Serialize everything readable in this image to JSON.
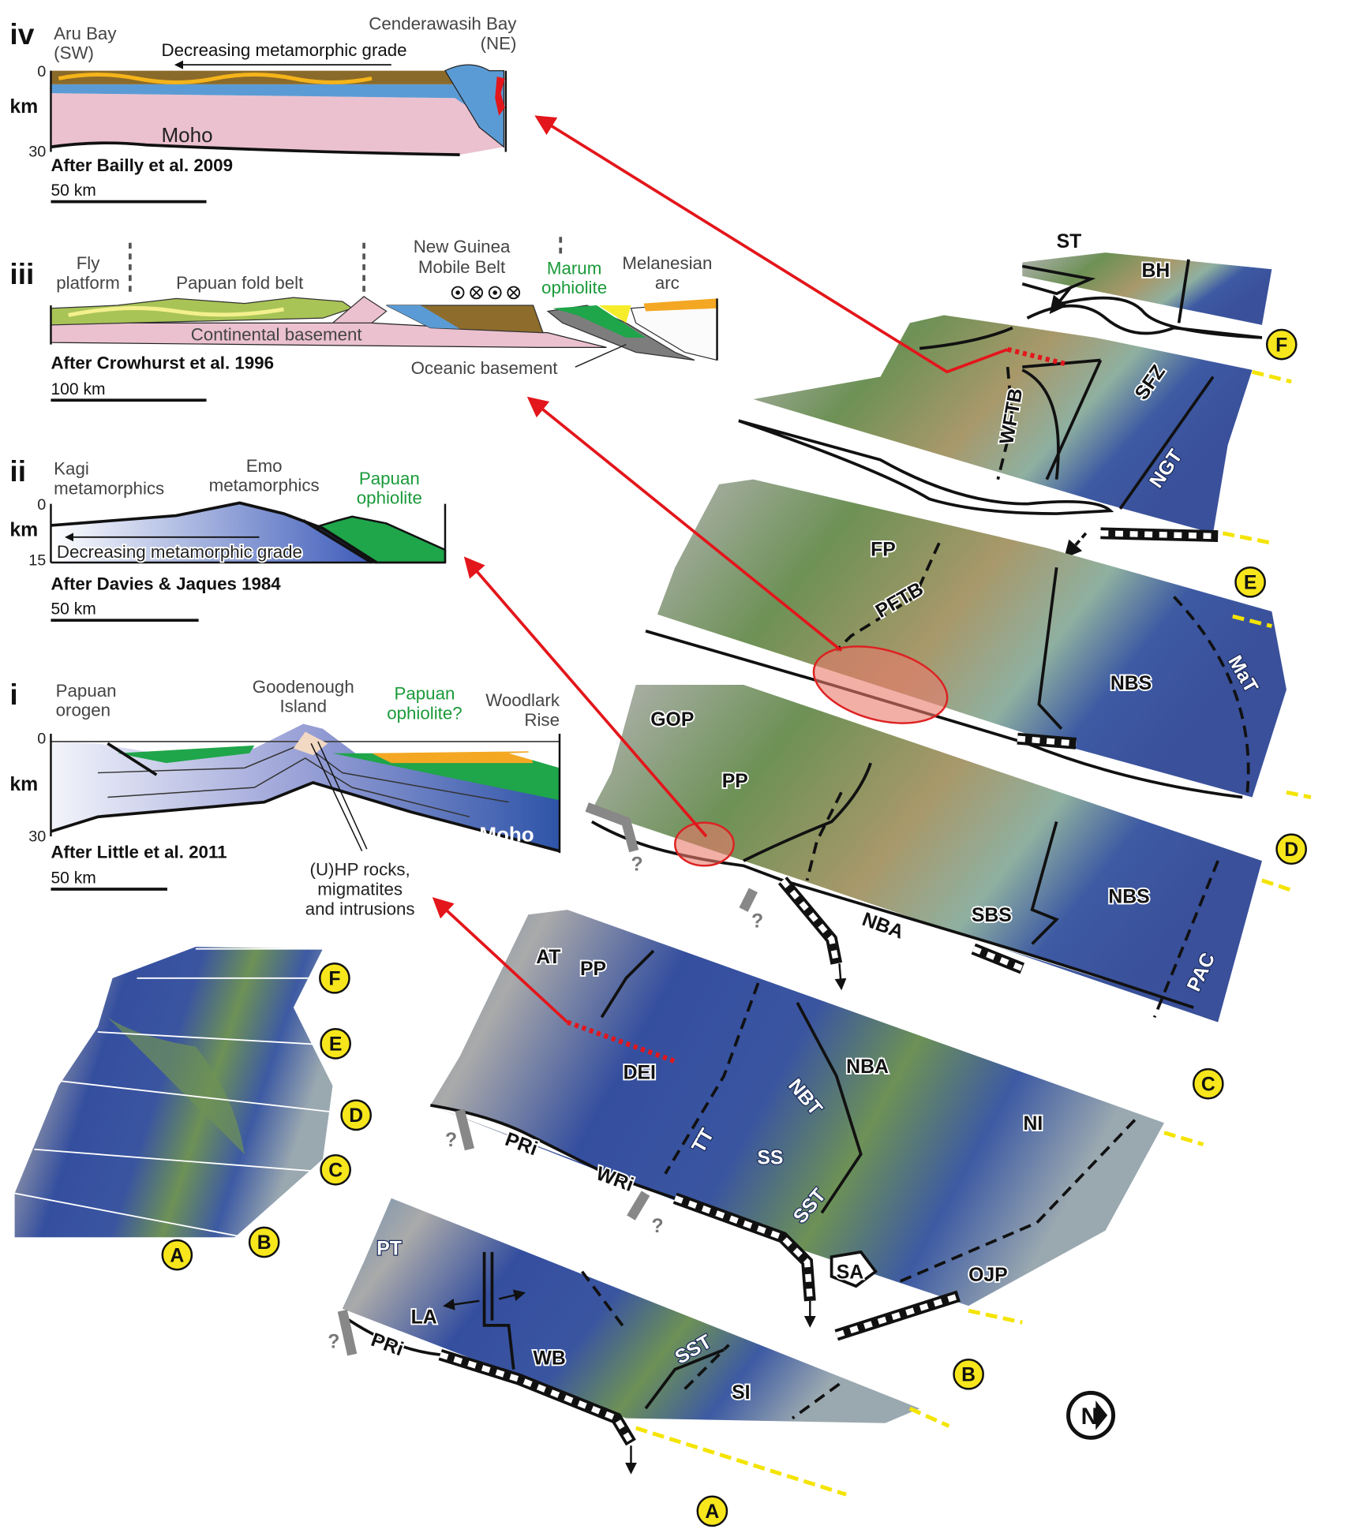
{
  "sections": {
    "iv": {
      "numeral": "iv",
      "left_label_1": "Aru Bay",
      "left_label_2": "(SW)",
      "right_label_1": "Cenderawasih Bay",
      "right_label_2": "(NE)",
      "arrow_label": "Decreasing metamorphic grade",
      "depth_top": "0",
      "depth_unit": "km",
      "depth_bottom": "30",
      "moho": "Moho",
      "source": "After Bailly et al. 2009",
      "scale": "50 km"
    },
    "iii": {
      "numeral": "iii",
      "fly_1": "Fly",
      "fly_2": "platform",
      "fold_belt": "Papuan fold belt",
      "ngmb_1": "New Guinea",
      "ngmb_2": "Mobile Belt",
      "marum_1": "Marum",
      "marum_2": "ophiolite",
      "mel_1": "Melanesian",
      "mel_2": "arc",
      "cont_basement": "Continental basement",
      "ocean_basement": "Oceanic basement",
      "source": "After Crowhurst et al. 1996",
      "scale": "100 km"
    },
    "ii": {
      "numeral": "ii",
      "kagi_1": "Kagi",
      "kagi_2": "metamorphics",
      "emo_1": "Emo",
      "emo_2": "metamorphics",
      "oph_1": "Papuan",
      "oph_2": "ophiolite",
      "arrow_label": "Decreasing metamorphic grade",
      "depth_top": "0",
      "depth_unit": "km",
      "depth_bottom": "15",
      "source": "After Davies & Jaques 1984",
      "scale": "50 km"
    },
    "i": {
      "numeral": "i",
      "orogen_1": "Papuan",
      "orogen_2": "orogen",
      "gi_1": "Goodenough",
      "gi_2": "Island",
      "oph_1": "Papuan",
      "oph_2": "ophiolite?",
      "wr_1": "Woodlark",
      "wr_2": "Rise",
      "depth_top": "0",
      "depth_unit": "km",
      "depth_bottom": "30",
      "moho": "Moho",
      "uhp_1": "(U)HP rocks,",
      "uhp_2": "migmatites",
      "uhp_3": "and intrusions",
      "source": "After Little et al. 2011",
      "scale": "50 km"
    }
  },
  "map_labels": {
    "ST": "ST",
    "BH": "BH",
    "WFTB": "WFTB",
    "SFZ": "SFZ",
    "NGT": "NGT",
    "FP": "FP",
    "PFTB": "PFTB",
    "NBS_E": "NBS",
    "MaT": "MaT",
    "GOP": "GOP",
    "PP_D": "PP",
    "NBA_D": "NBA",
    "SBS": "SBS",
    "NBS_D": "NBS",
    "PAC": "PAC",
    "AT": "AT",
    "PP_C": "PP",
    "DEI": "DEI",
    "NBA_C": "NBA",
    "NBT": "NBT",
    "NI": "NI",
    "TT": "TT",
    "SS": "SS",
    "SST_C": "SST",
    "PRi_C": "PRi",
    "WRi": "WRi",
    "SA": "SA",
    "OJP": "OJP",
    "PT": "PT",
    "LA": "LA",
    "PRi_A": "PRi",
    "WB": "WB",
    "SST_A": "SST",
    "SI": "SI",
    "q1": "?",
    "q2": "?",
    "q3": "?",
    "q4": "?",
    "q5": "?"
  },
  "profile_badges": {
    "A": "A",
    "B": "B",
    "C": "C",
    "D": "D",
    "E": "E",
    "F": "F"
  },
  "inset_badges": {
    "A": "A",
    "B": "B",
    "C": "C",
    "D": "D",
    "E": "E",
    "F": "F"
  },
  "north": "N",
  "colors": {
    "red": "#e3161b",
    "badge": "#f7e61b",
    "ocean": "#3a55a0",
    "land": "#5f8a4e"
  }
}
